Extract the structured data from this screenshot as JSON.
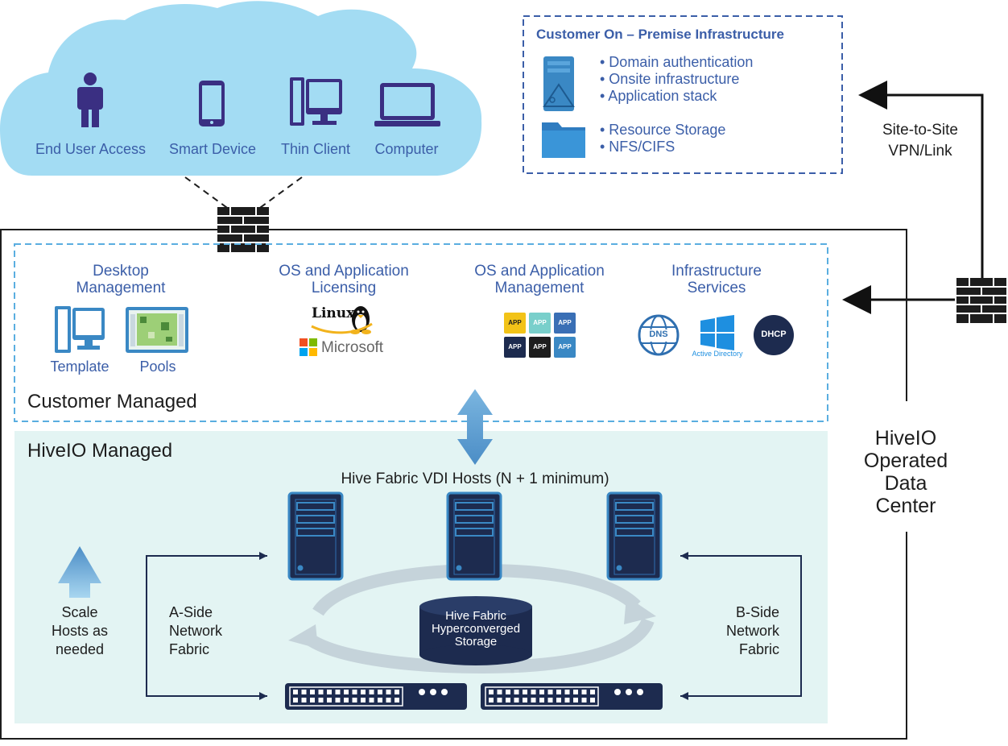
{
  "cloud": {
    "devices": [
      {
        "label": "End User Access",
        "icon": "person-icon"
      },
      {
        "label": "Smart Device",
        "icon": "smartphone-icon"
      },
      {
        "label": "Thin Client",
        "icon": "thin-client-icon"
      },
      {
        "label": "Computer",
        "icon": "laptop-icon"
      }
    ]
  },
  "onprem": {
    "title": "Customer On – Premise Infrastructure",
    "server_items": [
      "• Domain authentication",
      "• Onsite infrastructure",
      "• Application stack"
    ],
    "storage_items": [
      "• Resource Storage",
      "• NFS/CIFS"
    ]
  },
  "vpn": {
    "line1": "Site-to-Site",
    "line2": "VPN/Link"
  },
  "datacenter": {
    "lines": [
      "HiveIO",
      "Operated",
      "Data",
      "Center"
    ]
  },
  "customer_managed": {
    "label": "Customer Managed",
    "sections": [
      {
        "title1": "Desktop",
        "title2": "Management"
      },
      {
        "title1": "OS and Application",
        "title2": "Licensing"
      },
      {
        "title1": "OS and Application",
        "title2": "Management"
      },
      {
        "title1": "Infrastructure",
        "title2": "Services"
      }
    ],
    "template_label": "Template",
    "pools_label": "Pools",
    "linux_label": "Linux",
    "microsoft_label": "Microsoft",
    "app_label": "APP",
    "dns_label": "DNS",
    "ad_label": "Active Directory",
    "dhcp_label": "DHCP"
  },
  "hive_managed": {
    "label": "HiveIO Managed",
    "hosts_label": "Hive Fabric VDI Hosts (N + 1 minimum)",
    "storage_lines": [
      "Hive Fabric",
      "Hyperconverged",
      "Storage"
    ],
    "scale_lines": [
      "Scale",
      "Hosts as",
      "needed"
    ],
    "a_side_lines": [
      "A-Side",
      "Network",
      "Fabric"
    ],
    "b_side_lines": [
      "B-Side",
      "Network",
      "Fabric"
    ]
  },
  "colors": {
    "cloud": "#a3dcf3",
    "accent_blue": "#3b5ea8",
    "navy": "#1d2b4f",
    "hive_bg": "#e3f4f3",
    "arrow_blue": "#5a9fd0",
    "app_tiles": [
      "#f2c318",
      "#79cfcb",
      "#3a6fb5",
      "#1d2b4f",
      "#1d1d1d",
      "#3a88c4"
    ]
  }
}
